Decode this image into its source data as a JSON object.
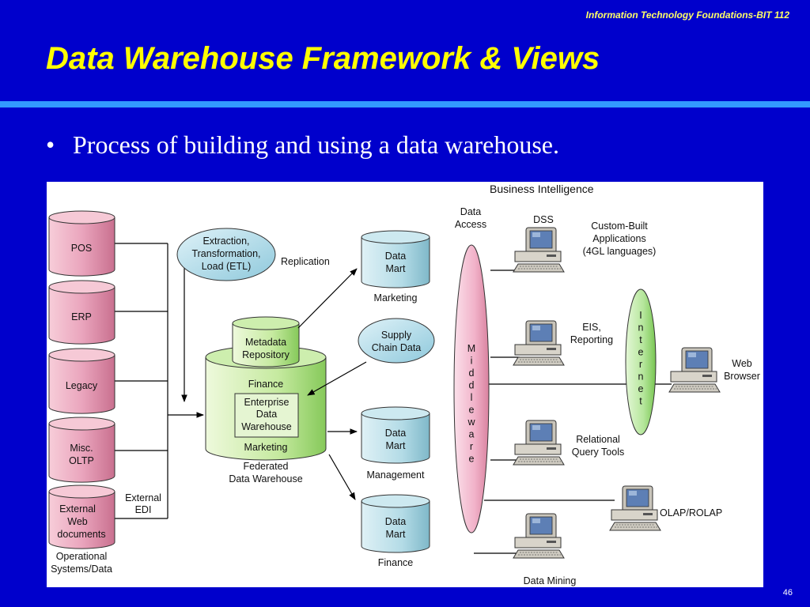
{
  "header": {
    "course": "Information Technology Foundations-BIT 112",
    "title": "Data Warehouse Framework & Views"
  },
  "bullet": {
    "marker": "•",
    "text": "Process of building and using a data warehouse."
  },
  "page_number": "46",
  "diagram": {
    "business_intelligence": "Business Intelligence",
    "data_access": [
      "Data",
      "Access"
    ],
    "sources": {
      "pos": [
        "POS"
      ],
      "erp": [
        "ERP"
      ],
      "legacy": [
        "Legacy"
      ],
      "misc_oltp": [
        "Misc.",
        "OLTP"
      ],
      "external_web": [
        "External",
        "Web",
        "documents"
      ]
    },
    "operational": [
      "Operational",
      "Systems/Data"
    ],
    "external_edi": [
      "External",
      "EDI"
    ],
    "etl": [
      "Extraction,",
      "Transformation,",
      "Load (ETL)"
    ],
    "replication": "Replication",
    "metadata": [
      "Metadata",
      "Repository"
    ],
    "warehouse": {
      "finance": "Finance",
      "edw": [
        "Enterprise",
        "Data",
        "Warehouse"
      ],
      "marketing": "Marketing",
      "caption": [
        "Federated",
        "Data Warehouse"
      ]
    },
    "supply_chain": [
      "Supply",
      "Chain Data"
    ],
    "marts": [
      {
        "label": [
          "Data",
          "Mart"
        ],
        "caption": "Marketing"
      },
      {
        "label": [
          "Data",
          "Mart"
        ],
        "caption": "Management"
      },
      {
        "label": [
          "Data",
          "Mart"
        ],
        "caption": "Finance"
      }
    ],
    "middleware": [
      "M",
      "i",
      "d",
      "d",
      "l",
      "e",
      "w",
      "a",
      "r",
      "e"
    ],
    "internet": [
      "I",
      "n",
      "t",
      "e",
      "r",
      "n",
      "e",
      "t"
    ],
    "applications": {
      "dss": [
        "DSS"
      ],
      "custom": [
        "Custom-Built",
        "Applications",
        "(4GL languages)"
      ],
      "eis": [
        "EIS,",
        "Reporting"
      ],
      "relational": [
        "Relational",
        "Query Tools"
      ],
      "olap": [
        "OLAP/ROLAP"
      ],
      "web_browser": [
        "Web",
        "Browser"
      ],
      "data_mining": [
        "Data Mining"
      ]
    }
  },
  "colors": {
    "background": "#0000cc",
    "title": "#ffff00",
    "rule": "#3399ff",
    "source_db": "#f2b3c8",
    "mart_db": "#b8dde8",
    "warehouse": "#9bd56b",
    "middleware": "#f3b6cc",
    "internet": "#a8e08a"
  }
}
